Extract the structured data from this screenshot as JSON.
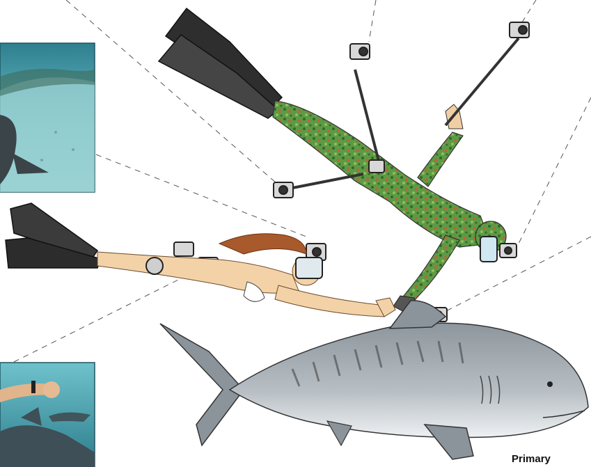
{
  "labels": {
    "primary": "Primary"
  },
  "colors": {
    "ocean_light": "#7ec9d2",
    "ocean_dark": "#1f6f82",
    "sand": "#c9d8d2",
    "camo_green": "#4f8f3a",
    "camo_red": "#c0623a",
    "skin": "#f4d2a8",
    "hair": "#a85a2c",
    "fin_dark": "#2b2b2b",
    "shark_body": "#9aa3aa",
    "shark_belly": "#eceff1",
    "dash_line": "#444444"
  },
  "figures": [
    {
      "name": "diver-camo",
      "icon": "scuba-diver-icon"
    },
    {
      "name": "diver-swimmer",
      "icon": "freediver-icon"
    },
    {
      "name": "tiger-shark",
      "icon": "shark-icon"
    },
    {
      "name": "action-cameras",
      "icon": "camera-icon",
      "count": 9
    }
  ]
}
